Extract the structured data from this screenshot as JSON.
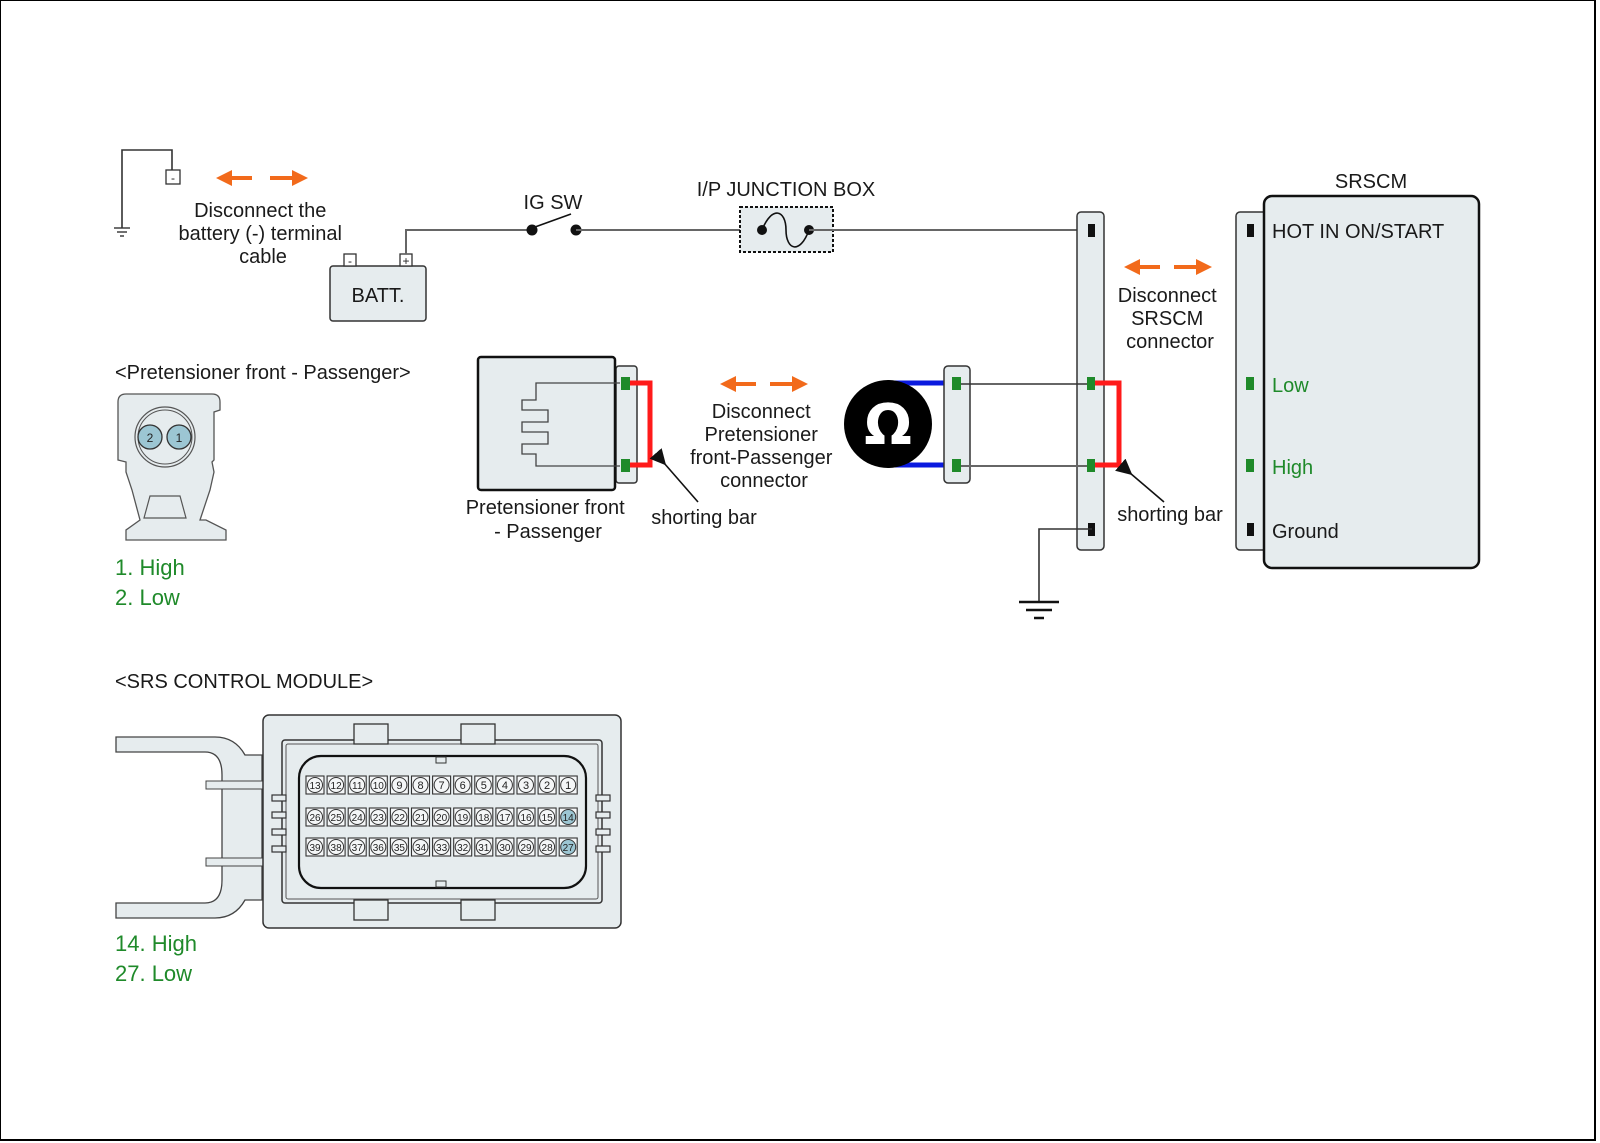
{
  "diagram": {
    "battery_disconnect": {
      "label_lines": [
        "Disconnect the",
        "battery (-) terminal",
        "cable"
      ],
      "terminal_negative": "-",
      "terminal_positive": "+",
      "battery_label": "BATT."
    },
    "ig_switch": {
      "label": "IG SW"
    },
    "junction_box": {
      "label": "I/P JUNCTION BOX"
    },
    "srscm": {
      "title": "SRSCM",
      "pins": [
        {
          "label": "HOT IN ON/START",
          "color": "#111111"
        },
        {
          "label": "Low",
          "color": "#1f8a2a"
        },
        {
          "label": "High",
          "color": "#1f8a2a"
        },
        {
          "label": "Ground",
          "color": "#111111"
        }
      ],
      "disconnect_label_lines": [
        "Disconnect",
        "SRSCM",
        "connector"
      ]
    },
    "shorting_bar_right": {
      "label": "shorting bar"
    },
    "pretensioner": {
      "section_title": "<Pretensioner front - Passenger>",
      "component_label_lines": [
        "Pretensioner front",
        "- Passenger"
      ],
      "shorting_bar_label": "shorting bar",
      "disconnect_label_lines": [
        "Disconnect",
        "Pretensioner",
        "front-Passenger",
        "connector"
      ],
      "connector_pins": [
        "2",
        "1"
      ],
      "pin_legend": [
        "1. High",
        "2. Low"
      ]
    },
    "ohmmeter": {
      "symbol": "Ω"
    },
    "srs_control_module": {
      "section_title": "<SRS CONTROL MODULE>",
      "pin_rows": [
        [
          "13",
          "12",
          "11",
          "10",
          "9",
          "8",
          "7",
          "6",
          "5",
          "4",
          "3",
          "2",
          "1"
        ],
        [
          "26",
          "25",
          "24",
          "23",
          "22",
          "21",
          "20",
          "19",
          "18",
          "17",
          "16",
          "15",
          "14"
        ],
        [
          "39",
          "38",
          "37",
          "36",
          "35",
          "34",
          "33",
          "32",
          "31",
          "30",
          "29",
          "28",
          "27"
        ]
      ],
      "highlighted_pins": [
        "14",
        "27"
      ],
      "pin_legend": [
        "14. High",
        "27. Low"
      ]
    },
    "colors": {
      "arrow": "#f26a1b",
      "shorting_bar": "#ff1a1a",
      "meter_lead": "#0a1adf",
      "pin_green": "#1f8a2a",
      "legend_green": "#1f8a2a",
      "component_fill": "#e6ecee",
      "highlight_pin": "#9cc6d3"
    }
  }
}
